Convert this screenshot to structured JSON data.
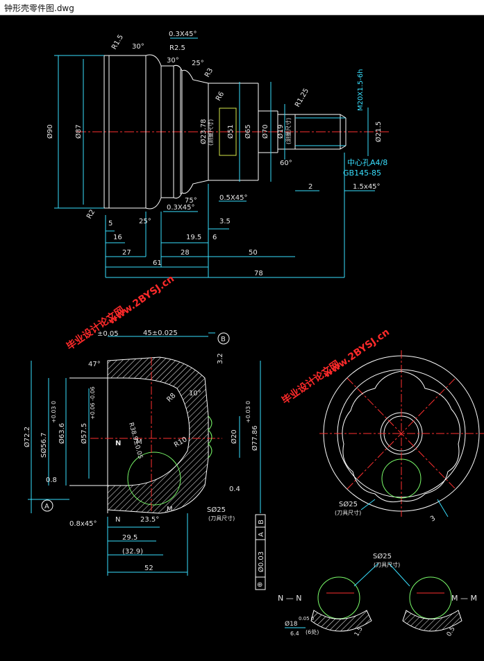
{
  "window": {
    "title": "钟形壳零件图.dwg"
  },
  "watermarks": [
    "毕业设计论文网",
    "www.2BYSJ.cn"
  ],
  "top_view": {
    "dims": {
      "d_l": "Ø90",
      "d_l2": "Ø87",
      "r15": "R1.5",
      "ang30a": "30°",
      "ang30b": "30°",
      "ch03_top": "0.3X45°",
      "r25": "R2.5",
      "ang25": "25°",
      "r3": "R3",
      "r6": "R6",
      "d2378": "Ø23.78",
      "meas_stick": "(测量尺寸)",
      "d51": "Ø51",
      "d65": "Ø65",
      "d70": "Ø70",
      "d19": "Ø19",
      "meas_stick2": "(测量尺寸)",
      "r125": "R1.25",
      "m20": "M20X1.5-6h",
      "d215": "Ø21.5",
      "center_hole": "中心孔A4/8",
      "gb": "GB145-85",
      "ang60": "60°",
      "r2": "R2",
      "ang25b": "25°",
      "ang75": "75°",
      "ch03_bot": "0.3X45°",
      "ch05": "0.5X45°",
      "two": "2",
      "ch15": "1.5x45°",
      "five": "5",
      "l16": "16",
      "l35": "3.5",
      "l195": "19.5",
      "l6": "6",
      "l27": "27",
      "l28": "28",
      "l50": "50",
      "l61": "61",
      "l78": "78"
    }
  },
  "section_view": {
    "dims": {
      "tol_top": "±0.05",
      "d45": "45±0.025",
      "datum_b": "B",
      "ra32": "3.2",
      "ang47": "47°",
      "d722": "Ø72.2",
      "s567": "SØ56.7",
      "s567_tol": "+0.03\n0",
      "d636": "Ø63.6",
      "d575": "Ø57.5",
      "d575_tol": "+0.06\n-0.06",
      "r389": "R38.9±0.05",
      "l08": "0.8",
      "r8": "R8",
      "ang10": "10°",
      "r10": "R10",
      "n1": "N",
      "m1": "M",
      "d20": "Ø20",
      "d7786": "Ø77.86",
      "d7786_tol": "+0.03\n0",
      "datum_a": "A",
      "l04": "0.4",
      "sd25": "SØ25",
      "tool_size": "(刀具尺寸)",
      "n2": "N",
      "m2": "M",
      "ch08": "0.8x45°",
      "ang235": "23.5°",
      "l295": "29.5",
      "l329": "(32.9)",
      "l52": "52",
      "fcf_tol": "Ø0.03",
      "fcf_a": "A",
      "fcf_b": "B",
      "fcf_sym": "⊕"
    }
  },
  "end_view": {
    "dims": {
      "sd25": "SØ25",
      "tool_size": "(刀具尺寸)",
      "three": "3"
    }
  },
  "detail_view": {
    "dims": {
      "sd25": "SØ25",
      "tool_size": "(刀具尺寸)",
      "nn": "N — N",
      "mm": "M — M",
      "d18": "Ø18",
      "d18_tol": "0.05\n0",
      "count": "(6处)",
      "r64": "6.4",
      "l15": "1.5",
      "l05": "0.5"
    }
  }
}
